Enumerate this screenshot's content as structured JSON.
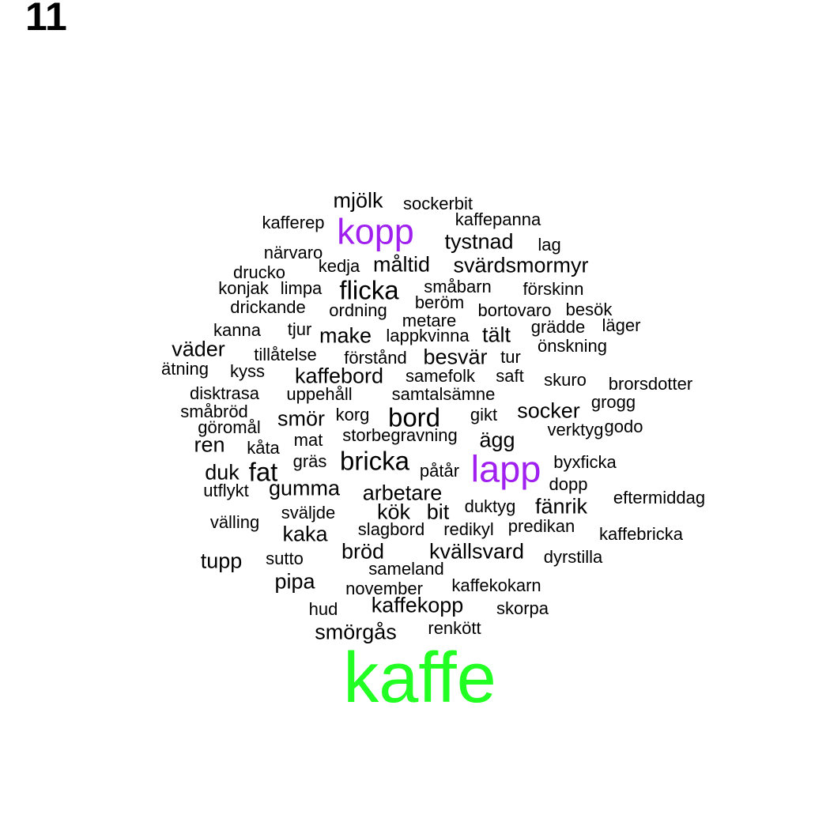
{
  "title": "11",
  "colors": {
    "default": "#000000",
    "purple": "#a020f0",
    "green": "#22ff22"
  },
  "words": [
    {
      "text": "mjölk",
      "size": "m",
      "color": "default"
    },
    {
      "text": "sockerbit",
      "size": "s",
      "color": "default"
    },
    {
      "text": "kafferep",
      "size": "s",
      "color": "default"
    },
    {
      "text": "kopp",
      "size": "xl",
      "color": "purple"
    },
    {
      "text": "kaffepanna",
      "size": "s",
      "color": "default"
    },
    {
      "text": "tystnad",
      "size": "m",
      "color": "default"
    },
    {
      "text": "lag",
      "size": "s",
      "color": "default"
    },
    {
      "text": "närvaro",
      "size": "s",
      "color": "default"
    },
    {
      "text": "kedja",
      "size": "s",
      "color": "default"
    },
    {
      "text": "måltid",
      "size": "m",
      "color": "default"
    },
    {
      "text": "svärdsmormyr",
      "size": "m",
      "color": "default"
    },
    {
      "text": "drucko",
      "size": "s",
      "color": "default"
    },
    {
      "text": "konjak",
      "size": "s",
      "color": "default"
    },
    {
      "text": "limpa",
      "size": "s",
      "color": "default"
    },
    {
      "text": "flicka",
      "size": "l",
      "color": "default"
    },
    {
      "text": "småbarn",
      "size": "s",
      "color": "default"
    },
    {
      "text": "förskinn",
      "size": "s",
      "color": "default"
    },
    {
      "text": "drickande",
      "size": "s",
      "color": "default"
    },
    {
      "text": "ordning",
      "size": "s",
      "color": "default"
    },
    {
      "text": "beröm",
      "size": "s",
      "color": "default"
    },
    {
      "text": "bortovaro",
      "size": "s",
      "color": "default"
    },
    {
      "text": "besök",
      "size": "s",
      "color": "default"
    },
    {
      "text": "metare",
      "size": "s",
      "color": "default"
    },
    {
      "text": "kanna",
      "size": "s",
      "color": "default"
    },
    {
      "text": "tjur",
      "size": "s",
      "color": "default"
    },
    {
      "text": "make",
      "size": "m",
      "color": "default"
    },
    {
      "text": "lappkvinna",
      "size": "s",
      "color": "default"
    },
    {
      "text": "tält",
      "size": "m",
      "color": "default"
    },
    {
      "text": "grädde",
      "size": "s",
      "color": "default"
    },
    {
      "text": "läger",
      "size": "s",
      "color": "default"
    },
    {
      "text": "väder",
      "size": "m",
      "color": "default"
    },
    {
      "text": "tillåtelse",
      "size": "s",
      "color": "default"
    },
    {
      "text": "förstånd",
      "size": "s",
      "color": "default"
    },
    {
      "text": "besvär",
      "size": "m",
      "color": "default"
    },
    {
      "text": "tur",
      "size": "s",
      "color": "default"
    },
    {
      "text": "önskning",
      "size": "s",
      "color": "default"
    },
    {
      "text": "ätning",
      "size": "s",
      "color": "default"
    },
    {
      "text": "kyss",
      "size": "s",
      "color": "default"
    },
    {
      "text": "kaffebord",
      "size": "m",
      "color": "default"
    },
    {
      "text": "samefolk",
      "size": "s",
      "color": "default"
    },
    {
      "text": "saft",
      "size": "s",
      "color": "default"
    },
    {
      "text": "skuro",
      "size": "s",
      "color": "default"
    },
    {
      "text": "brorsdotter",
      "size": "s",
      "color": "default"
    },
    {
      "text": "disktrasa",
      "size": "s",
      "color": "default"
    },
    {
      "text": "uppehåll",
      "size": "s",
      "color": "default"
    },
    {
      "text": "samtalsämne",
      "size": "s",
      "color": "default"
    },
    {
      "text": "grogg",
      "size": "s",
      "color": "default"
    },
    {
      "text": "småbröd",
      "size": "s",
      "color": "default"
    },
    {
      "text": "smör",
      "size": "m",
      "color": "default"
    },
    {
      "text": "korg",
      "size": "s",
      "color": "default"
    },
    {
      "text": "bord",
      "size": "l",
      "color": "default"
    },
    {
      "text": "gikt",
      "size": "s",
      "color": "default"
    },
    {
      "text": "socker",
      "size": "m",
      "color": "default"
    },
    {
      "text": "göromål",
      "size": "s",
      "color": "default"
    },
    {
      "text": "storbegravning",
      "size": "s",
      "color": "default"
    },
    {
      "text": "verktyg",
      "size": "s",
      "color": "default"
    },
    {
      "text": "godo",
      "size": "s",
      "color": "default"
    },
    {
      "text": "ren",
      "size": "m",
      "color": "default"
    },
    {
      "text": "mat",
      "size": "s",
      "color": "default"
    },
    {
      "text": "ägg",
      "size": "m",
      "color": "default"
    },
    {
      "text": "kåta",
      "size": "s",
      "color": "default"
    },
    {
      "text": "gräs",
      "size": "s",
      "color": "default"
    },
    {
      "text": "bricka",
      "size": "l",
      "color": "default"
    },
    {
      "text": "lapp",
      "size": "xl2",
      "color": "purple"
    },
    {
      "text": "byxficka",
      "size": "s",
      "color": "default"
    },
    {
      "text": "duk",
      "size": "m",
      "color": "default"
    },
    {
      "text": "fat",
      "size": "l",
      "color": "default"
    },
    {
      "text": "påtår",
      "size": "s",
      "color": "default"
    },
    {
      "text": "dopp",
      "size": "s",
      "color": "default"
    },
    {
      "text": "utflykt",
      "size": "s",
      "color": "default"
    },
    {
      "text": "gumma",
      "size": "m",
      "color": "default"
    },
    {
      "text": "arbetare",
      "size": "m",
      "color": "default"
    },
    {
      "text": "eftermiddag",
      "size": "s",
      "color": "default"
    },
    {
      "text": "sväljde",
      "size": "s",
      "color": "default"
    },
    {
      "text": "kök",
      "size": "m",
      "color": "default"
    },
    {
      "text": "bit",
      "size": "m",
      "color": "default"
    },
    {
      "text": "duktyg",
      "size": "s",
      "color": "default"
    },
    {
      "text": "fänrik",
      "size": "m",
      "color": "default"
    },
    {
      "text": "välling",
      "size": "s",
      "color": "default"
    },
    {
      "text": "kaka",
      "size": "m",
      "color": "default"
    },
    {
      "text": "slagbord",
      "size": "s",
      "color": "default"
    },
    {
      "text": "redikyl",
      "size": "s",
      "color": "default"
    },
    {
      "text": "predikan",
      "size": "s",
      "color": "default"
    },
    {
      "text": "kaffebricka",
      "size": "s",
      "color": "default"
    },
    {
      "text": "tupp",
      "size": "m",
      "color": "default"
    },
    {
      "text": "sutto",
      "size": "s",
      "color": "default"
    },
    {
      "text": "bröd",
      "size": "m",
      "color": "default"
    },
    {
      "text": "kvällsvard",
      "size": "m",
      "color": "default"
    },
    {
      "text": "dyrstilla",
      "size": "s",
      "color": "default"
    },
    {
      "text": "sameland",
      "size": "s",
      "color": "default"
    },
    {
      "text": "pipa",
      "size": "m",
      "color": "default"
    },
    {
      "text": "november",
      "size": "s",
      "color": "default"
    },
    {
      "text": "kaffekokarn",
      "size": "s",
      "color": "default"
    },
    {
      "text": "kaffekopp",
      "size": "m",
      "color": "default"
    },
    {
      "text": "hud",
      "size": "s",
      "color": "default"
    },
    {
      "text": "skorpa",
      "size": "s",
      "color": "default"
    },
    {
      "text": "smörgås",
      "size": "m",
      "color": "default"
    },
    {
      "text": "renkött",
      "size": "s",
      "color": "default"
    },
    {
      "text": "kaffe",
      "size": "xxl",
      "color": "green"
    }
  ]
}
